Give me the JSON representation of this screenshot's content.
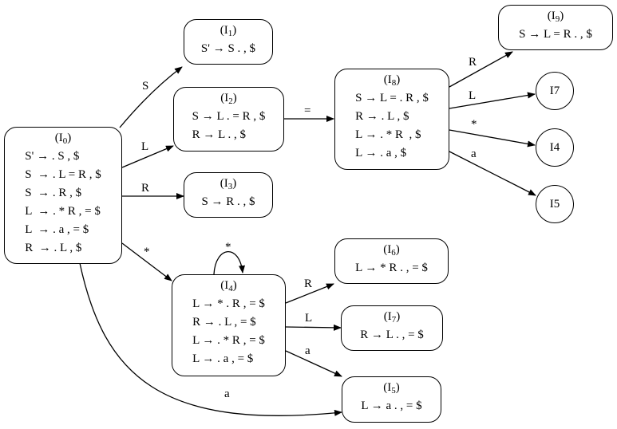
{
  "diagram": {
    "type": "LR(1) canonical item-set automaton",
    "states": [
      {
        "id": "I0",
        "title_prefix": "(I",
        "title_sub": "0",
        "title_suffix": ")",
        "items": [
          "S' → . S , $",
          "S  → . L = R , $",
          "S  → . R , $",
          "L  → . * R , = $",
          "L  → . a , = $",
          "R  → . L , $"
        ]
      },
      {
        "id": "I1",
        "title_prefix": "(I",
        "title_sub": "1",
        "title_suffix": ")",
        "items": [
          "S' → S . , $"
        ]
      },
      {
        "id": "I2",
        "title_prefix": "(I",
        "title_sub": "2",
        "title_suffix": ")",
        "items": [
          "S → L . = R , $",
          "R → L . , $"
        ]
      },
      {
        "id": "I3",
        "title_prefix": "(I",
        "title_sub": "3",
        "title_suffix": ")",
        "items": [
          "S → R . , $"
        ]
      },
      {
        "id": "I8",
        "title_prefix": "(I",
        "title_sub": "8",
        "title_suffix": ")",
        "items": [
          "S → L = . R , $",
          "R → . L , $",
          "L → . * R  , $",
          "L → . a , $"
        ]
      },
      {
        "id": "I9",
        "title_prefix": "(I",
        "title_sub": "9",
        "title_suffix": ")",
        "items": [
          "S → L = R . , $"
        ]
      },
      {
        "id": "I4",
        "title_prefix": "(I",
        "title_sub": "4",
        "title_suffix": ")",
        "items": [
          "L → * . R , = $",
          "R → . L , = $",
          "L → . * R , = $",
          "L → . a , = $"
        ]
      },
      {
        "id": "I6",
        "title_prefix": "(I",
        "title_sub": "6",
        "title_suffix": ")",
        "items": [
          "L → * R . , = $"
        ]
      },
      {
        "id": "I7",
        "title_prefix": "(I",
        "title_sub": "7",
        "title_suffix": ")",
        "items": [
          "R → L . , = $"
        ]
      },
      {
        "id": "I5",
        "title_prefix": "(I",
        "title_sub": "5",
        "title_suffix": ")",
        "items": [
          "L → a . , = $"
        ]
      }
    ],
    "ref_nodes": [
      {
        "id": "ref-I7",
        "label": "I7"
      },
      {
        "id": "ref-I4",
        "label": "I4"
      },
      {
        "id": "ref-I5",
        "label": "I5"
      }
    ],
    "edges": [
      {
        "from": "I0",
        "to": "I1",
        "label": "S"
      },
      {
        "from": "I0",
        "to": "I2",
        "label": "L"
      },
      {
        "from": "I0",
        "to": "I3",
        "label": "R"
      },
      {
        "from": "I0",
        "to": "I4",
        "label": "*"
      },
      {
        "from": "I0",
        "to": "I5",
        "label": "a"
      },
      {
        "from": "I2",
        "to": "I8",
        "label": "="
      },
      {
        "from": "I8",
        "to": "I9",
        "label": "R"
      },
      {
        "from": "I8",
        "to": "I7",
        "label": "L"
      },
      {
        "from": "I8",
        "to": "I4",
        "label": "*"
      },
      {
        "from": "I8",
        "to": "I5",
        "label": "a"
      },
      {
        "from": "I4",
        "to": "I4",
        "label": "*"
      },
      {
        "from": "I4",
        "to": "I6",
        "label": "R"
      },
      {
        "from": "I4",
        "to": "I7",
        "label": "L"
      },
      {
        "from": "I4",
        "to": "I5",
        "label": "a"
      }
    ]
  }
}
